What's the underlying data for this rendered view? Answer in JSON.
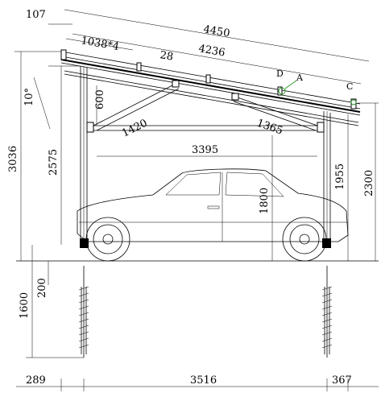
{
  "dimensions": {
    "top_overhang": "107",
    "panel_length": "4450",
    "purlin_spacing": "1038*4",
    "purlin_span": "4236",
    "gap": "28",
    "tilt_angle": "10°",
    "brace_depth": "600",
    "left_brace": "1420",
    "right_brace": "1365",
    "beam_span": "3395",
    "total_height": "3036",
    "left_post_height": "2575",
    "clear_height": "1800",
    "right_post_height": "1955",
    "right_total_height": "2300",
    "pile_depth": "1600",
    "pile_top": "200",
    "left_offset": "289",
    "post_spacing": "3516",
    "right_offset": "367"
  },
  "detail_labels": {
    "a": "A",
    "c": "C",
    "d": "D"
  }
}
